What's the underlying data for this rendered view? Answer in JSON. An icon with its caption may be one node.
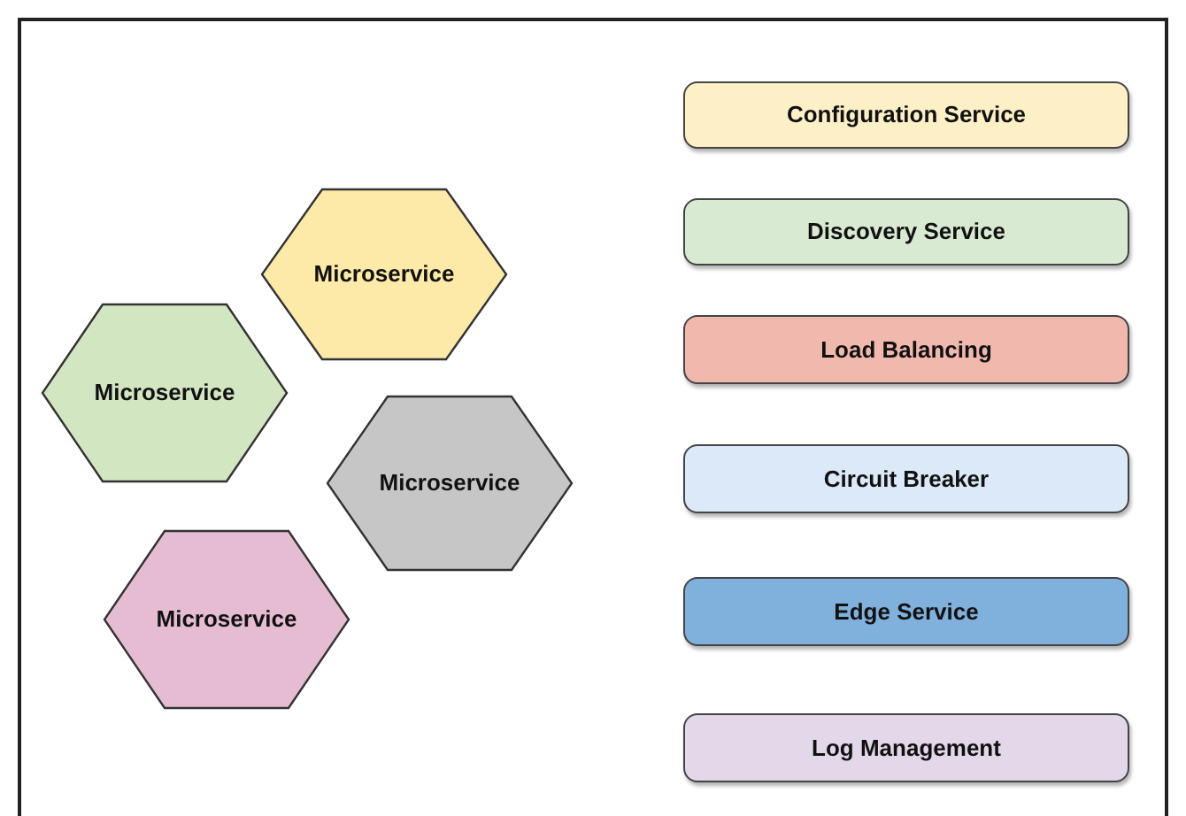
{
  "diagram": {
    "nodes": [
      {
        "text": [
          "Microservice"
        ]
      },
      {
        "text": [
          "Microservice"
        ]
      },
      {
        "text": [
          "Microservice"
        ]
      },
      {
        "text": [
          "Microservice"
        ]
      },
      {
        "text": [
          "Configuration Service"
        ]
      },
      {
        "text": [
          "Discovery Service"
        ]
      },
      {
        "text": [
          "Load Balancing"
        ]
      },
      {
        "text": [
          "Circuit Breaker"
        ]
      },
      {
        "text": [
          "Edge Service"
        ]
      },
      {
        "text": [
          "Log Management"
        ]
      }
    ]
  }
}
